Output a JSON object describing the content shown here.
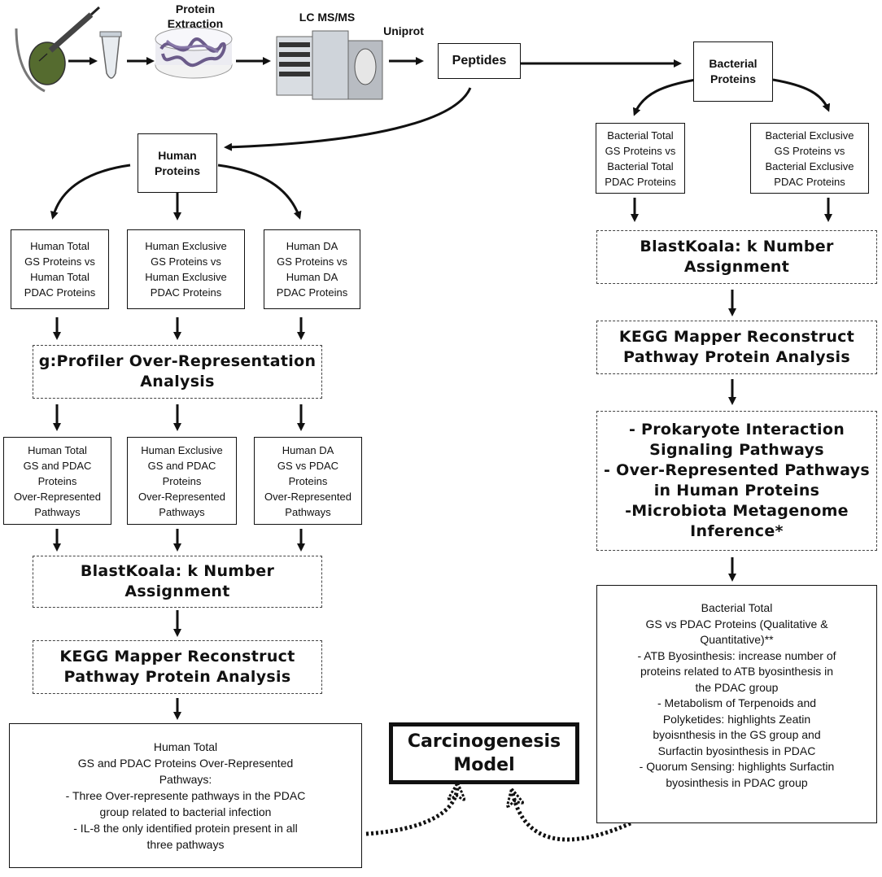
{
  "header": {
    "protein_extraction": "Protein\nExtraction",
    "lc_ms": "LC MS/MS",
    "uniprot": "Uniprot",
    "peptides": "Peptides",
    "bacterial_proteins": "Bacterial\nProteins",
    "human_proteins": "Human\nProteins"
  },
  "human": {
    "comparisons": [
      "Human Total\nGS Proteins vs\nHuman Total\nPDAC Proteins",
      "Human Exclusive\nGS Proteins vs\nHuman  Exclusive\nPDAC Proteins",
      "Human DA\nGS Proteins vs\nHuman  DA\nPDAC Proteins"
    ],
    "gprofiler": "g:Profiler Over-Representation\nAnalysis",
    "pathways": [
      "Human Total\nGS and PDAC\nProteins\nOver-Represented\nPathways",
      "Human Exclusive\nGS and PDAC\nProteins\nOver-Represented\nPathways",
      "Human DA\nGS vs PDAC\nProteins\nOver-Represented\nPathways"
    ],
    "blastkoala": "BlastKoala:  k Number\nAssignment",
    "kegg": "KEGG  Mapper Reconstruct\nPathway Protein Analysis",
    "summary": "Human Total\nGS and PDAC Proteins Over-Represented\nPathways:\n- Three Over-represente pathways in the PDAC\ngroup related to bacterial infection\n- IL-8 the only identified protein present in all\nthree pathways"
  },
  "bacterial": {
    "comparisons": [
      "Bacterial Total\nGS Proteins vs\nBacterial Total\nPDAC Proteins",
      "Bacterial Exclusive\nGS Proteins vs\nBacterial Exclusive\nPDAC Proteins"
    ],
    "blastkoala": "BlastKoala:  k Number\nAssignment",
    "kegg": "KEGG  Mapper Reconstruct\nPathway Protein Analysis",
    "pathways": "- Prokaryote Interaction\nSignaling Pathways\n- Over-Represented Pathways\nin Human Proteins\n-Microbiota Metagenome\nInference*",
    "summary": "Bacterial Total\nGS vs PDAC Proteins (Qualitative &\nQuantitative)**\n- ATB Byosinthesis: increase number of\nproteins related to ATB byosinthesis in\nthe PDAC group\n- Metabolism of Terpenoids and\nPolyketides: highlights Zeatin\nbyoisnthesis in the GS group and\nSurfactin byosinthesis in PDAC\n- Quorum Sensing:  highlights  Surfactin\nbyosinthesis in PDAC group"
  },
  "carcinogenesis": "Carcinogenesis\nModel"
}
